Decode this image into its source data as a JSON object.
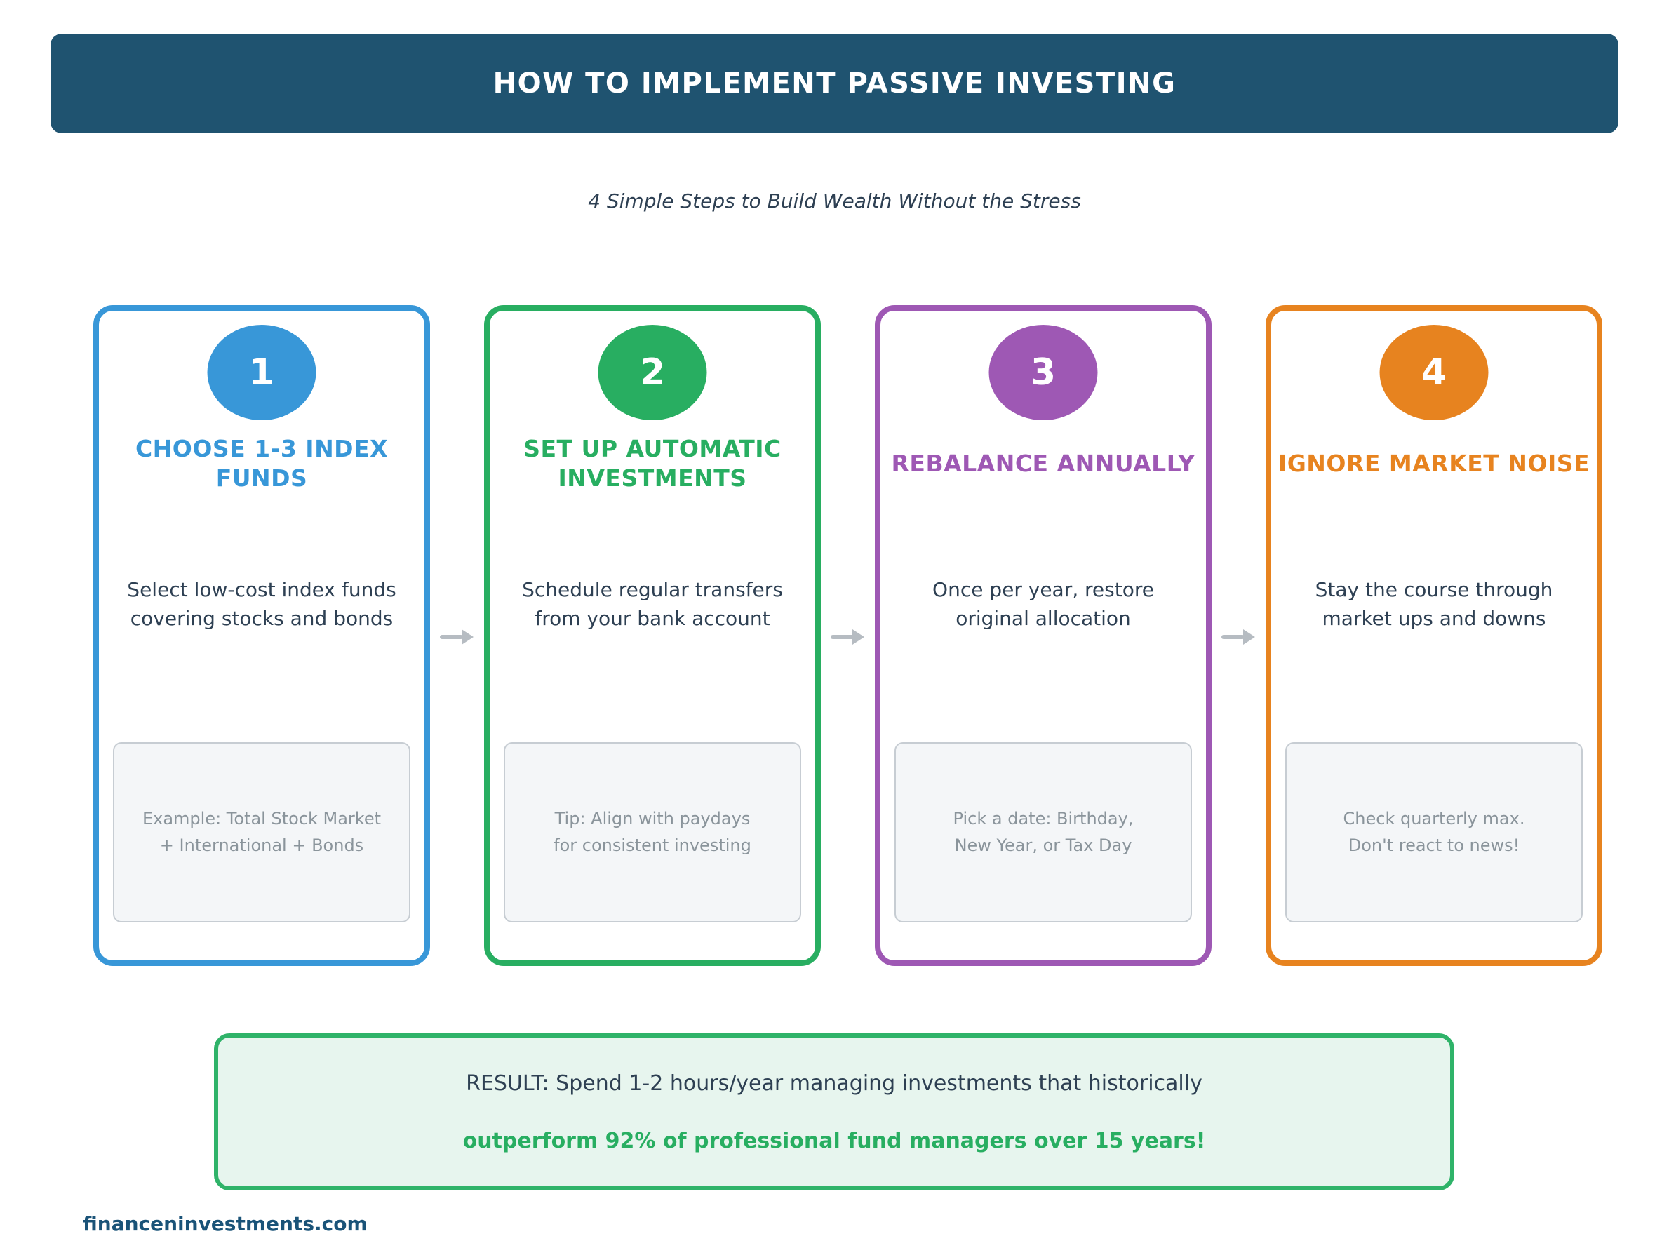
{
  "theme": {
    "header_bg": "#1f5370",
    "header_text": "#ffffff",
    "text_dark": "#2e4053",
    "tip_text": "#8a949b",
    "tip_bg": "#f4f6f8",
    "tip_border": "#c7cdd3",
    "arrow_color": "#b6bcc2",
    "result_bg": "#e7f5ee",
    "result_border": "#2fb369",
    "result_green": "#28ae61",
    "footer_color": "#1a5378"
  },
  "header": {
    "title": "HOW TO IMPLEMENT PASSIVE INVESTING"
  },
  "subtitle": "4 Simple Steps to Build Wealth Without the Stress",
  "steps": [
    {
      "number": "1",
      "color": "#3897d8",
      "title_line1": "CHOOSE 1-3 INDEX FUNDS",
      "title_line2": "",
      "desc_line1": "Select low-cost index funds",
      "desc_line2": "covering stocks and bonds",
      "tip_line1": "Example: Total Stock Market",
      "tip_line2": "+ International + Bonds"
    },
    {
      "number": "2",
      "color": "#28ae61",
      "title_line1": "SET UP AUTOMATIC",
      "title_line2": "INVESTMENTS",
      "desc_line1": "Schedule regular transfers",
      "desc_line2": "from your bank account",
      "tip_line1": "Tip: Align with paydays",
      "tip_line2": "for consistent investing"
    },
    {
      "number": "3",
      "color": "#9e58b4",
      "title_line1": "REBALANCE ANNUALLY",
      "title_line2": "",
      "desc_line1": "Once per year, restore",
      "desc_line2": "original allocation",
      "tip_line1": "Pick a date: Birthday,",
      "tip_line2": "New Year, or Tax Day"
    },
    {
      "number": "4",
      "color": "#e7831f",
      "title_line1": "IGNORE MARKET NOISE",
      "title_line2": "",
      "desc_line1": "Stay the course through",
      "desc_line2": "market ups and downs",
      "tip_line1": "Check quarterly max.",
      "tip_line2": "Don't react to news!"
    }
  ],
  "result": {
    "line1": "RESULT: Spend 1-2 hours/year managing investments that historically",
    "line2": "outperform 92% of professional fund managers over 15 years!"
  },
  "footer": {
    "site": "financeninvestments.com"
  }
}
